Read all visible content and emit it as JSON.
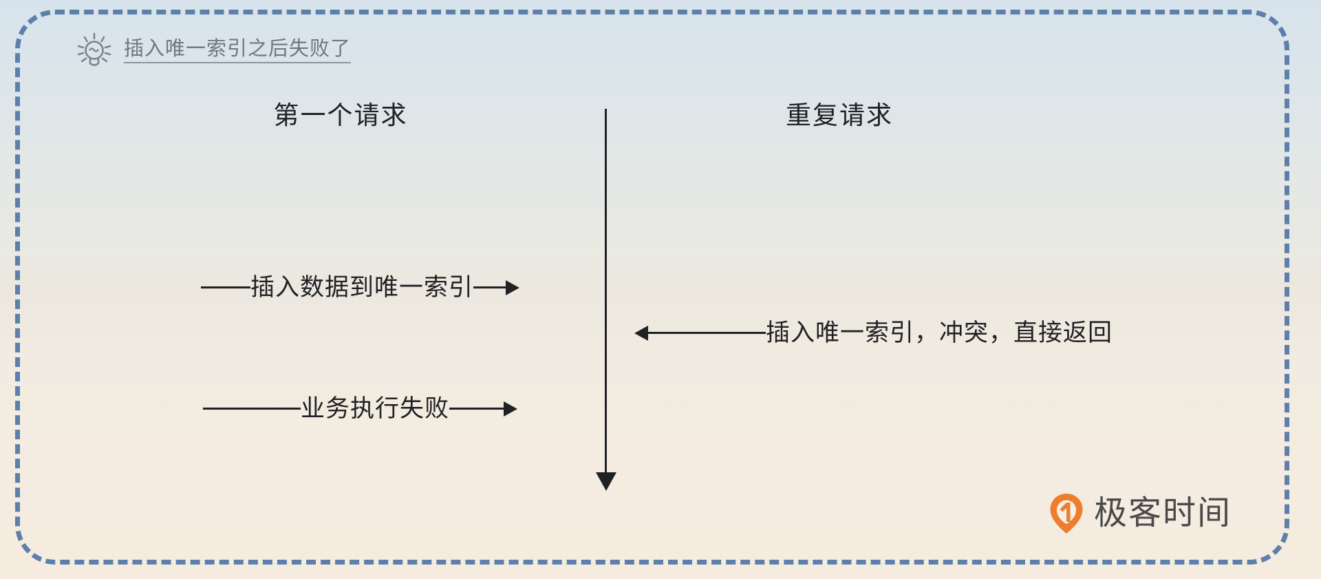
{
  "diagram": {
    "header": {
      "icon": "lightbulb-icon",
      "title": "插入唯一索引之后失败了"
    },
    "lanes": [
      {
        "id": "first-request",
        "label": "第一个请求"
      },
      {
        "id": "duplicate-request",
        "label": "重复请求"
      }
    ],
    "messages": [
      {
        "id": "insert-into-unique-index",
        "label": "插入数据到唯一索引",
        "direction": "right",
        "lane": "first-request"
      },
      {
        "id": "business-execution-failed",
        "label": "业务执行失败",
        "direction": "right",
        "lane": "first-request"
      },
      {
        "id": "unique-index-conflict-return",
        "label": "插入唯一索引，冲突，直接返回",
        "direction": "left",
        "lane": "duplicate-request"
      }
    ],
    "lifeline": {
      "name": "timeline-arrow",
      "direction": "down"
    },
    "logo": {
      "text": "极客时间",
      "mark": "geekbang-pin-icon",
      "mark_color": "#ee7d2e"
    },
    "colors": {
      "frame_border": "#5d7fab",
      "background_top": "#d7e3ec",
      "background_middle": "#e9e9e3",
      "background_bottom": "#f5ecdf",
      "text_primary": "#1f2124",
      "header_text": "#6e7780",
      "logo_orange": "#ee7d2e"
    }
  }
}
